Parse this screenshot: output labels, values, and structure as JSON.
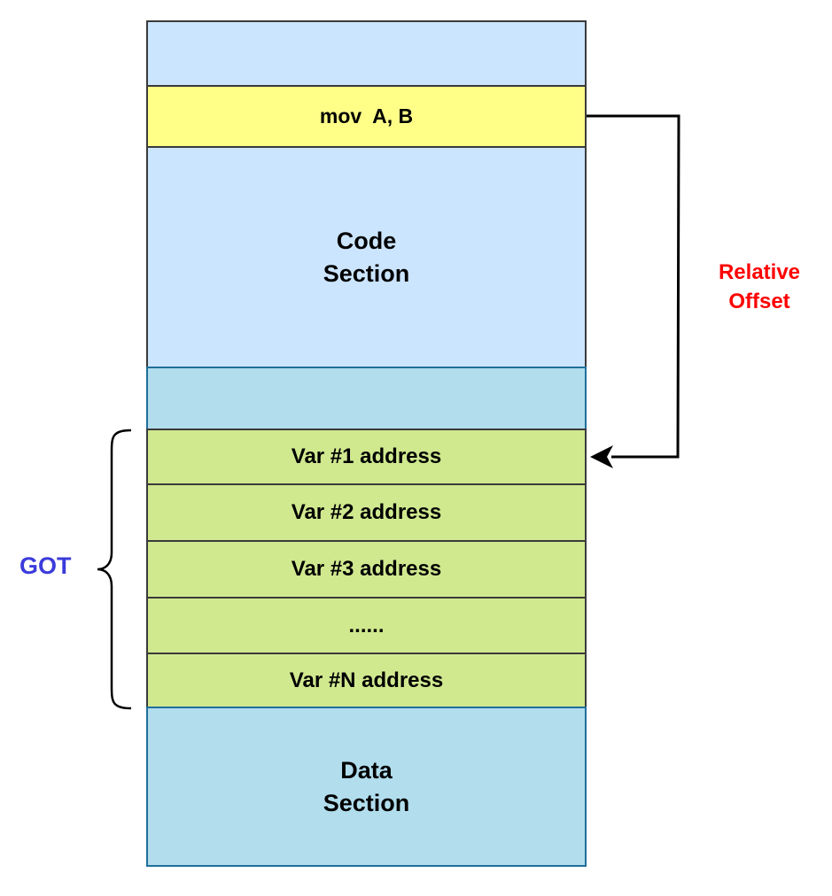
{
  "blocks": {
    "mov": "mov  A, B",
    "code_section": "Code Section",
    "var1": "Var #1 address",
    "var2": "Var #2 address",
    "var3": "Var #3 address",
    "dots": "......",
    "varn": "Var #N address",
    "data_section": "Data Section"
  },
  "labels": {
    "relative_offset": "Relative Offset",
    "got": "GOT"
  },
  "colors": {
    "code_fill": "#cce5ff",
    "data_fill": "#b1dded",
    "instruction_fill": "#ffff88",
    "got_entry_fill": "#d0e98f",
    "offset_label": "#ff0000",
    "got_label": "#3b3bdb"
  }
}
